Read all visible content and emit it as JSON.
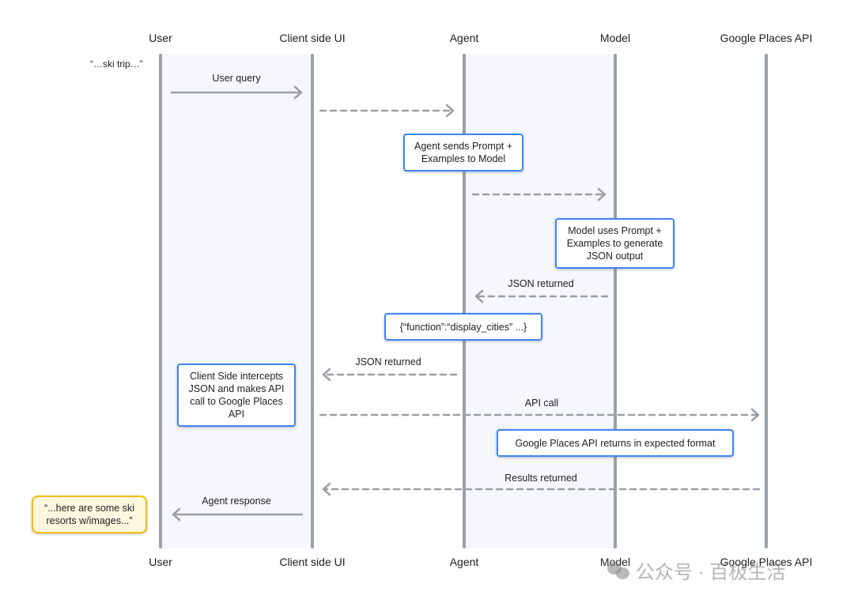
{
  "actors": [
    "User",
    "Client side UI",
    "Agent",
    "Model",
    "Google Places API"
  ],
  "user_quote_top": "“…ski trip…”",
  "messages": {
    "user_query": "User query",
    "json_returned_model": "JSON returned",
    "json_returned_agent": "JSON returned",
    "api_call": "API call",
    "results_returned": "Results returned",
    "agent_response": "Agent response"
  },
  "notes": {
    "agent_prompt": "Agent sends Prompt + Examples to Model",
    "model_generate": "Model uses Prompt + Examples to generate JSON output",
    "function_json": "{“function”:“display_cities” ...}",
    "client_intercept": "Client Side intercepts JSON and makes API call to Google Places API",
    "places_returns": "Google Places API returns in expected format",
    "final_answer": "“...here are some ski resorts w/images...”"
  },
  "watermark": "公众号 · 百极生活",
  "colors": {
    "lifeline": "#9aa0a6",
    "band": "#f5f7fa",
    "note_border": "#4285f4",
    "answer_border": "#fbbc04",
    "answer_fill": "#fef7e0"
  }
}
